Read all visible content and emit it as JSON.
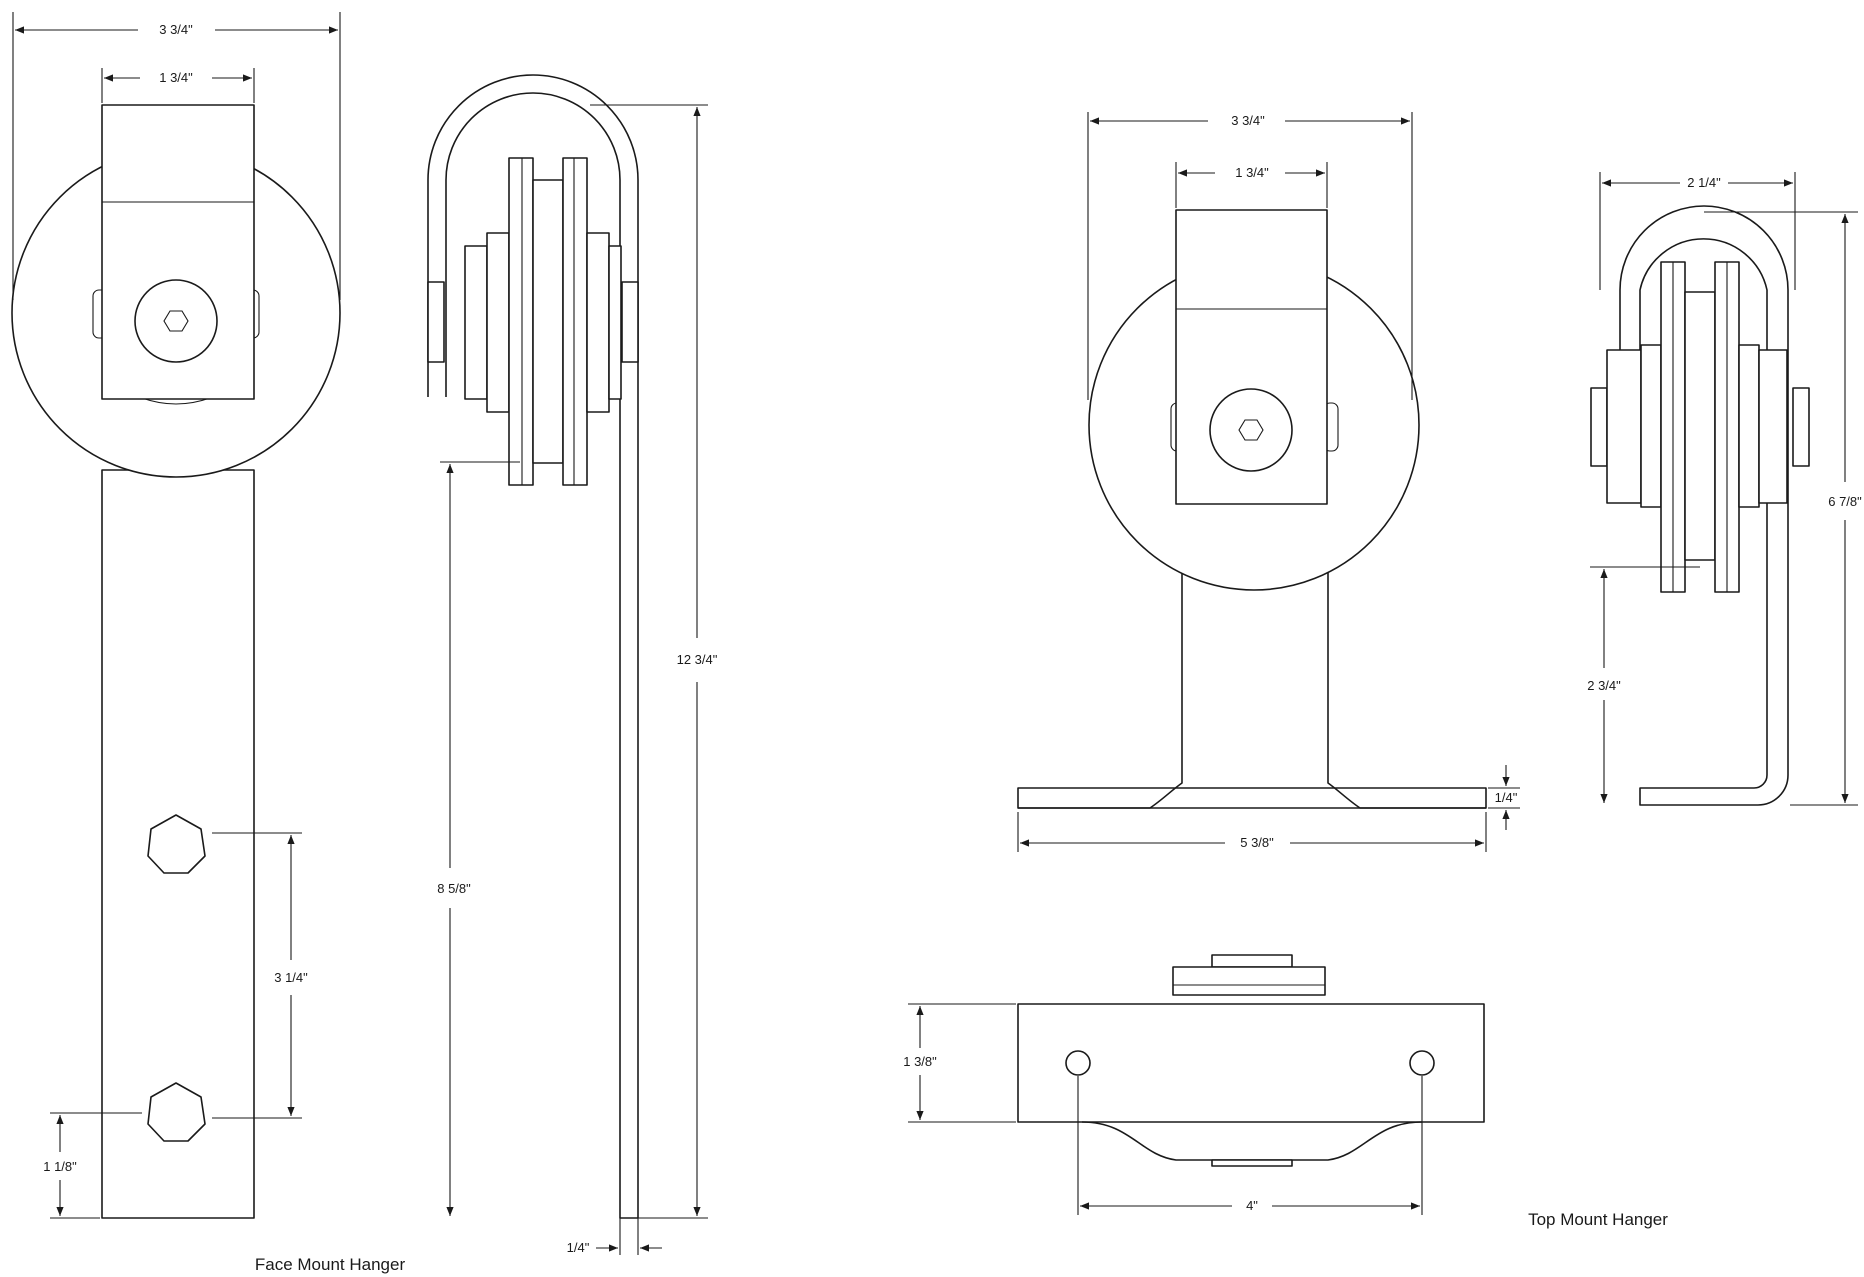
{
  "captions": {
    "face_mount": "Face Mount Hanger",
    "top_mount": "Top Mount Hanger"
  },
  "face_mount_dims": {
    "overall_width": "3 3/4\"",
    "strap_width": "1 3/4\"",
    "overall_height": "12 3/4\"",
    "wheel_to_bottom": "8 5/8\"",
    "bolt_spacing": "3 1/4\"",
    "bottom_bolt_offset": "1 1/8\"",
    "strap_thickness": "1/4\""
  },
  "top_mount_dims": {
    "overall_width": "3 3/4\"",
    "strap_width": "1 3/4\"",
    "side_width": "2 1/4\"",
    "overall_height": "6 7/8\"",
    "wheel_to_base": "2 3/4\"",
    "plate_thickness": "1/4\"",
    "plate_length": "5 3/8\"",
    "plate_depth": "1 3/8\"",
    "hole_spacing": "4\""
  }
}
